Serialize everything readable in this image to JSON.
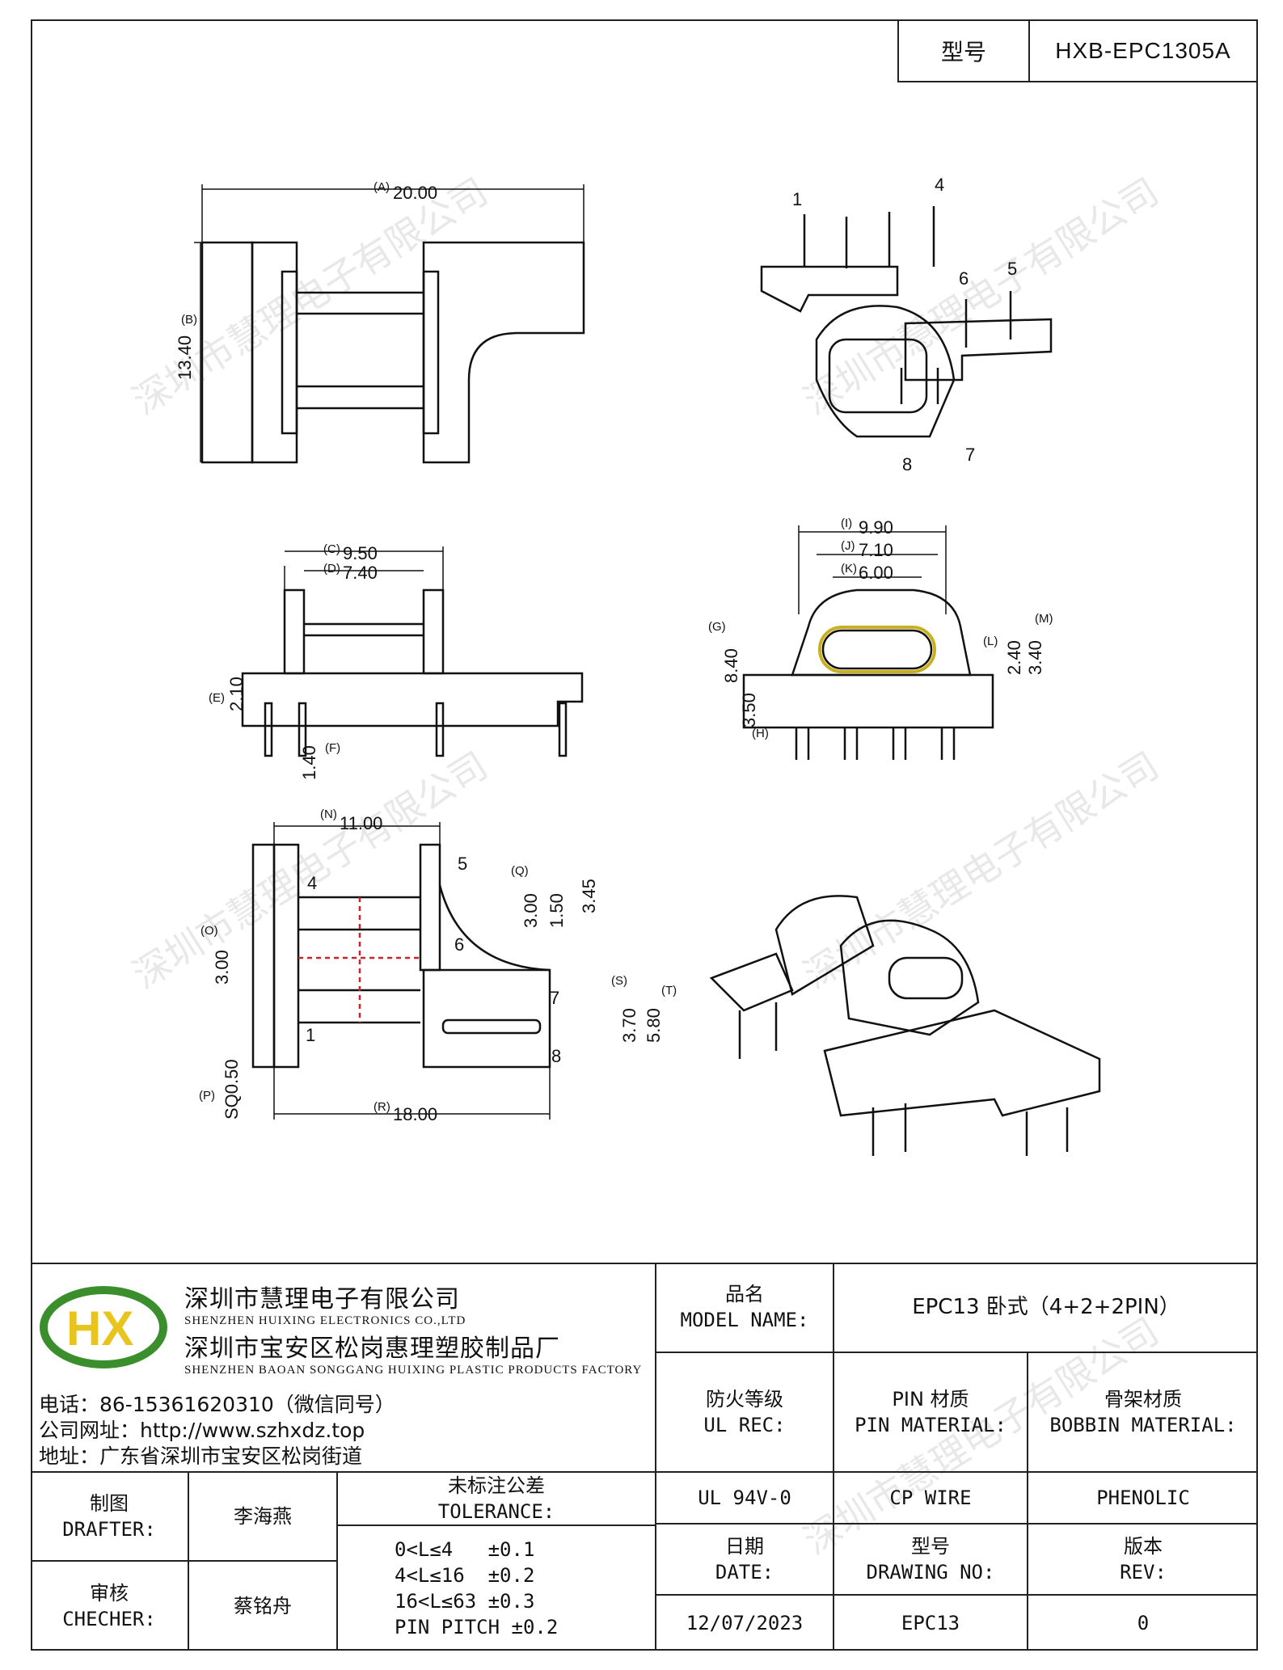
{
  "header": {
    "model_label": "型号",
    "model_value": "HXB-EPC1305A"
  },
  "watermark": "深圳市慧理电子有限公司",
  "dimensions": {
    "A": "(A)",
    "A_val": "20.00",
    "B": "(B)",
    "B_val": "13.40",
    "C": "(C)",
    "C_val": "9.50",
    "D": "(D)",
    "D_val": "7.40",
    "E": "(E)",
    "E_val": "2.10",
    "F": "(F)",
    "F_val": "1.40",
    "G": "(G)",
    "G_val": "8.40",
    "H": "(H)",
    "H_val": "3.50",
    "I": "(I)",
    "I_val": "9.90",
    "J": "(J)",
    "J_val": "7.10",
    "K": "(K)",
    "K_val": "6.00",
    "L": "(L)",
    "L_val": "2.40",
    "M": "(M)",
    "M_val": "3.40",
    "N": "(N)",
    "N_val": "11.00",
    "O": "(O)",
    "O_val": "3.00",
    "P": "(P)",
    "P_val": "SQ0.50",
    "Q": "(Q)",
    "Q_val": "3.00",
    "Q2_val": "1.50",
    "Q3_val": "3.45",
    "R": "(R)",
    "R_val": "18.00",
    "S": "(S)",
    "S_val": "3.70",
    "T": "(T)",
    "T_val": "5.80"
  },
  "pins": {
    "p1": "1",
    "p4": "4",
    "p5": "5",
    "p6": "6",
    "p7": "7",
    "p8": "8"
  },
  "company": {
    "name_cn_1": "深圳市慧理电子有限公司",
    "name_en_1": "SHENZHEN HUIXING ELECTRONICS CO.,LTD",
    "name_cn_2": "深圳市宝安区松岗惠理塑胶制品厂",
    "name_en_2": "SHENZHEN BAOAN SONGGANG HUIXING PLASTIC PRODUCTS FACTORY",
    "phone": "电话：86-15361620310（微信同号）",
    "website": "公司网址：http://www.szhxdz.top",
    "address": "地址：广东省深圳市宝安区松岗街道",
    "logo_text": "HX"
  },
  "title_block": {
    "model_name_label_cn": "品名",
    "model_name_label_en": "MODEL NAME:",
    "model_name_value": "EPC13 卧式（4+2+2PIN）",
    "ul_label_cn": "防火等级",
    "ul_label_en": "UL REC:",
    "pin_label_cn": "PIN 材质",
    "pin_label_en": "PIN MATERIAL:",
    "bobbin_label_cn": "骨架材质",
    "bobbin_label_en": "BOBBIN MATERIAL:",
    "ul_value": "UL 94V-0",
    "pin_value": "CP WIRE",
    "bobbin_value": "PHENOLIC",
    "drafter_label_cn": "制图",
    "drafter_label_en": "DRAFTER:",
    "drafter_value": "李海燕",
    "checker_label_cn": "审核",
    "checker_label_en": "CHECHER:",
    "checker_value": "蔡铭舟",
    "tolerance_label_cn": "未标注公差",
    "tolerance_label_en": "TOLERANCE:",
    "tol_1": "0<L≤4   ±0.1",
    "tol_2": "4<L≤16  ±0.2",
    "tol_3": "16<L≤63 ±0.3",
    "tol_4": "PIN PITCH ±0.2",
    "date_label_cn": "日期",
    "date_label_en": "DATE:",
    "date_value": "12/07/2023",
    "drawing_label_cn": "型号",
    "drawing_label_en": "DRAWING NO:",
    "drawing_value": "EPC13",
    "rev_label_cn": "版本",
    "rev_label_en": "REV:",
    "rev_value": "0"
  }
}
